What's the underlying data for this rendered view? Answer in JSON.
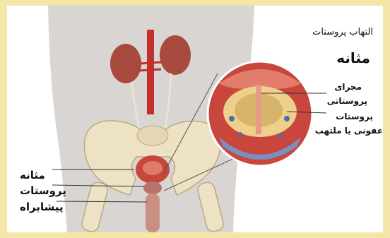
{
  "labels": {
    "title": "التهاب پروستات",
    "bladder_big": "مثانه",
    "urethra": "مجرای",
    "prostatic": "پروستاتی",
    "prostate": "پروستات",
    "infected": "عفونی یا ملتهب",
    "bladder_left": "مثانه",
    "prostate_left": "پروستات",
    "urethra_left": "پیشابراه"
  },
  "colors": {
    "frame": "#f4e6a6",
    "skin": "#d9d5d2",
    "bone": "#ede2c3",
    "kidney": "#a84a3e",
    "vessel": "#c1302a",
    "muscle": "#c8463c",
    "prostate_tissue": "#efd08a",
    "nerve_blue": "#4a6fb0"
  }
}
